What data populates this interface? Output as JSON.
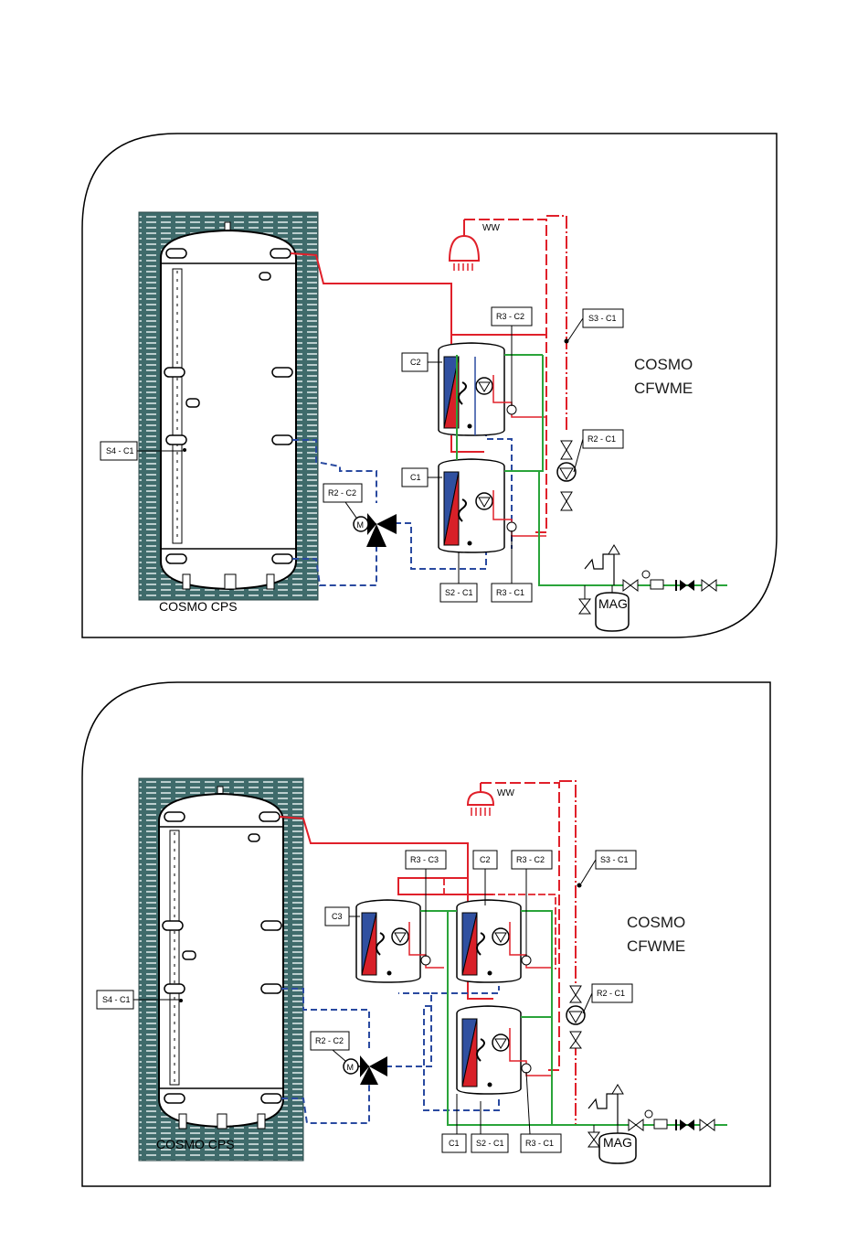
{
  "panels": [
    {
      "id": "single",
      "tank_name": "COSMO CPS",
      "station_name": [
        "COSMO",
        "CFWME"
      ],
      "hot_water_label": "WW",
      "expansion_label": "MAG",
      "sensor_labels": {
        "s4": "S4 - C1",
        "r2c2": "R2 - C2",
        "r3c2": "R3 - C2",
        "s3": "S3 - C1",
        "r2c1": "R2 - C1",
        "c2": "C2",
        "c1": "C1",
        "s2": "S2 - C1",
        "r3c1": "R3 - C1"
      }
    },
    {
      "id": "cascade",
      "tank_name": "COSMO CPS",
      "station_name": [
        "COSMO",
        "CFWME"
      ],
      "hot_water_label": "WW",
      "expansion_label": "MAG",
      "sensor_labels": {
        "s4": "S4 - C1",
        "r2c2": "R2 - C2",
        "r3c3": "R3 - C3",
        "c2": "C2",
        "r3c2": "R3 - C2",
        "s3": "S3 - C1",
        "c3": "C3",
        "r2c1": "R2 - C1",
        "c1": "C1",
        "s2": "S2 - C1",
        "r3c1": "R3 - C1"
      }
    }
  ],
  "colors": {
    "hot_line": "#e0202a",
    "return_line": "#2a4aa0",
    "cold_line": "#2aa43a",
    "tank_insulation": "#3f6b6b",
    "module_blue": "#3050a0",
    "module_red": "#d82028"
  }
}
